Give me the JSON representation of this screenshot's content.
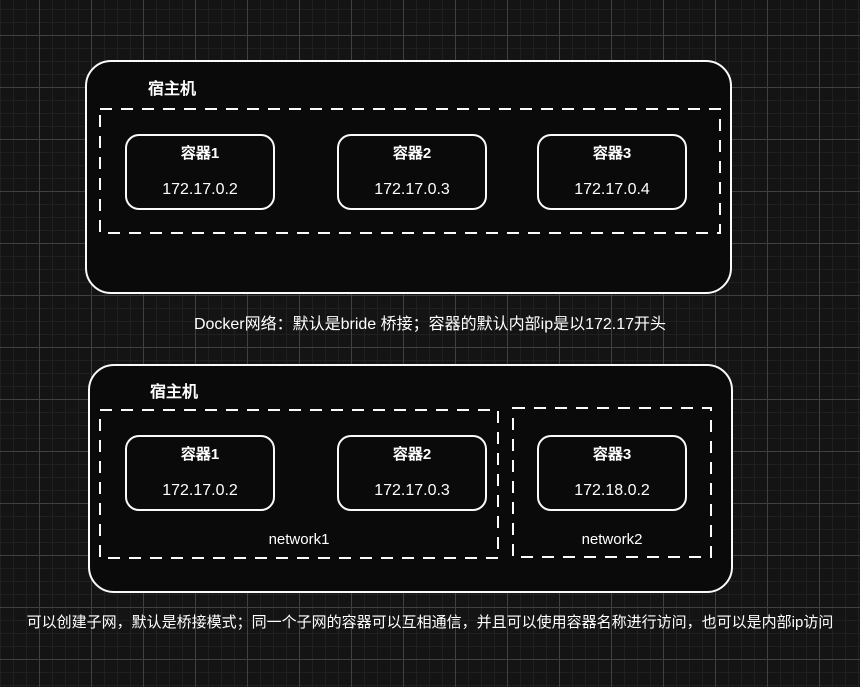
{
  "canvas": {
    "background_color": "#141414",
    "grid_minor_color": "#202020",
    "grid_major_color": "#404040",
    "stroke_color": "#fafafa",
    "shape_fill_color": "#0a0a0a",
    "text_color": "#ffffff"
  },
  "diagram_bridge": {
    "host_label": "宿主机",
    "containers": [
      {
        "name": "容器1",
        "ip": "172.17.0.2"
      },
      {
        "name": "容器2",
        "ip": "172.17.0.3"
      },
      {
        "name": "容器3",
        "ip": "172.17.0.4"
      }
    ],
    "caption": "Docker网络：默认是bride 桥接；容器的默认内部ip是以172.17开头"
  },
  "diagram_subnets": {
    "host_label": "宿主机",
    "networks": [
      {
        "label": "network1",
        "containers": [
          {
            "name": "容器1",
            "ip": "172.17.0.2"
          },
          {
            "name": "容器2",
            "ip": "172.17.0.3"
          }
        ]
      },
      {
        "label": "network2",
        "containers": [
          {
            "name": "容器3",
            "ip": "172.18.0.2"
          }
        ]
      }
    ],
    "caption": "可以创建子网，默认是桥接模式；同一个子网的容器可以互相通信，并且可以使用容器名称进行访问，也可以是内部ip访问"
  }
}
